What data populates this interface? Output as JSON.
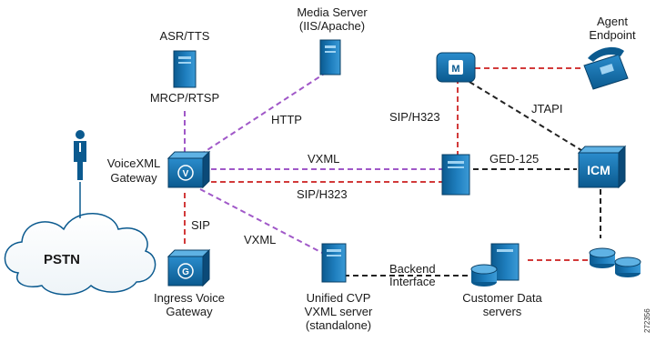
{
  "colors": {
    "device_dark": "#0b5a8f",
    "device_mid": "#1f7fbf",
    "device_light": "#5fb2e4",
    "link_voice": "#d23a3a",
    "link_data": "#a058c8",
    "link_control": "#222222"
  },
  "labels": {
    "asr_tts": "ASR/TTS",
    "mrcp_rtsp": "MRCP/RTSP",
    "media_server_1": "Media Server",
    "media_server_2": "(IIS/Apache)",
    "http": "HTTP",
    "agent_1": "Agent",
    "agent_2": "Endpoint",
    "sip_h323_vertical": "SIP/H323",
    "jtapi": "JTAPI",
    "vxml_top": "VXML",
    "sip_h323_horizontal": "SIP/H323",
    "ged125": "GED-125",
    "voicexml_gw_1": "VoiceXML",
    "voicexml_gw_2": "Gateway",
    "icm": "ICM",
    "sip": "SIP",
    "vxml_diag": "VXML",
    "pstn": "PSTN",
    "ingress_1": "Ingress Voice",
    "ingress_2": "Gateway",
    "backend_1": "Backend",
    "backend_2": "Interface",
    "cvp_1": "Unified CVP",
    "cvp_2": "VXML server",
    "cvp_3": "(standalone)",
    "customer_1": "Customer Data",
    "customer_2": "servers",
    "figure_id": "272356",
    "gw_glyph_v": "V",
    "gw_glyph_g": "G",
    "phone_glyph_m": "M"
  }
}
